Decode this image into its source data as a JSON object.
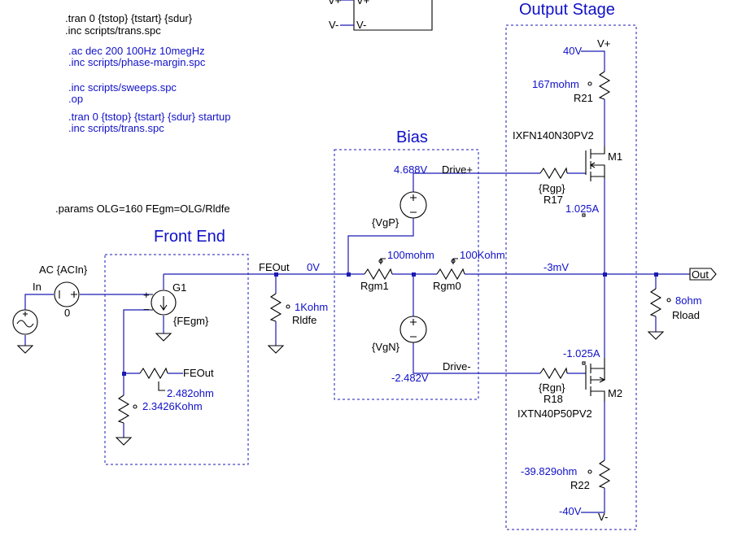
{
  "directives": {
    "tran1": ".tran 0 {tstop} {tstart} {sdur}",
    "inc1": ".inc scripts/trans.spc",
    "ac": ".ac dec 200 100Hz 10megHz",
    "inc_phase": ".inc scripts/phase-margin.spc",
    "inc_sweeps": ".inc scripts/sweeps.spc",
    "op": ".op",
    "tran2": ".tran 0 {tstop} {tstart} {sdur} startup",
    "inc2": ".inc scripts/trans.spc",
    "params": ".params OLG=160 FEgm=OLG/Rldfe"
  },
  "blocks": {
    "output_stage": "Output Stage",
    "bias": "Bias",
    "front_end": "Front End"
  },
  "top_symbol": {
    "vplus": "V+",
    "vminus": "V-",
    "vminus_pin": "V-"
  },
  "front_end": {
    "ac_source": "AC {ACIn}",
    "in_label": "In",
    "ammeter_value": "0",
    "g1_name": "G1",
    "g1_value": "{FEgm}",
    "feout_net": "FEOut",
    "feout_voltage": "0V",
    "r_feedback_net": "FEOut",
    "r_feedback_val": "2.482ohm",
    "r_ground_val": "2.3426Kohm",
    "rldfe_val": "1Kohm",
    "rldfe_name": "Rldfe"
  },
  "bias": {
    "vgp_voltage": "4.688V",
    "drive_plus": "Drive+",
    "vgp_name": "{VgP}",
    "rgm1_val": "100mohm",
    "rgm1_name": "Rgm1",
    "rgm0_val": "100Kohm",
    "rgm0_name": "Rgm0",
    "vgn_name": "{VgN}",
    "drive_minus": "Drive-",
    "vgn_voltage": "-2.482V"
  },
  "output_stage": {
    "supply_pos": "40V",
    "vplus": "V+",
    "r21_val": "167mohm",
    "r21_name": "R21",
    "m1_part": "IXFN140N30PV2",
    "m1_name": "M1",
    "rgp": "{Rgp}",
    "r17": "R17",
    "m1_current": "1.025A",
    "out_voltage": "-3mV",
    "out_port": "Out",
    "rload_val": "8ohm",
    "rload_name": "Rload",
    "m2_current": "-1.025A",
    "rgn": "{Rgn}",
    "r18": "R18",
    "m2_name": "M2",
    "m2_part": "IXTN40P50PV2",
    "r22_val": "-39.829ohm",
    "r22_name": "R22",
    "supply_neg": "-40V",
    "vminus": "V-"
  }
}
